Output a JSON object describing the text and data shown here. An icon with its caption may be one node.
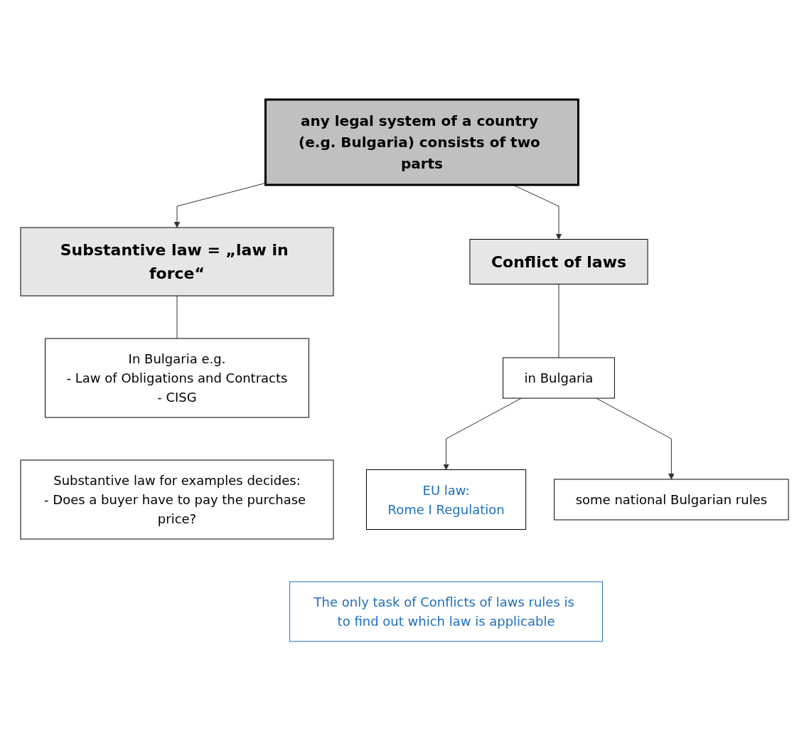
{
  "diagram": {
    "nodes": [
      {
        "text": [
          "any legal system of a country (e.g. Bulgaria) consists of two parts"
        ]
      },
      {
        "text": [
          "Substantive law = „law in force“"
        ]
      },
      {
        "text": [
          "Conflict of laws"
        ]
      },
      {
        "text": [
          "In Bulgaria e.g.",
          "- Law of Obligations and Contracts",
          "- CISG"
        ]
      },
      {
        "text": [
          "Substantive law for examples decides:",
          "- Does a buyer have to pay the purchase price?"
        ]
      },
      {
        "text": [
          "in Bulgaria"
        ]
      },
      {
        "text": [
          "EU law:",
          "Rome I Regulation"
        ]
      },
      {
        "text": [
          "some national Bulgarian rules"
        ]
      },
      {
        "text": [
          "The only task of Conflicts of laws rules is to find out which law is applicable"
        ]
      }
    ],
    "edges": [
      {
        "from": 0,
        "to": 1,
        "arrow": "to"
      },
      {
        "from": 0,
        "to": 2,
        "arrow": "to"
      },
      {
        "from": 1,
        "to": 3,
        "arrow": "none"
      },
      {
        "from": 2,
        "to": 5,
        "arrow": "none"
      },
      {
        "from": 5,
        "to": 6,
        "arrow": "to"
      },
      {
        "from": 5,
        "to": 7,
        "arrow": "to"
      }
    ]
  }
}
